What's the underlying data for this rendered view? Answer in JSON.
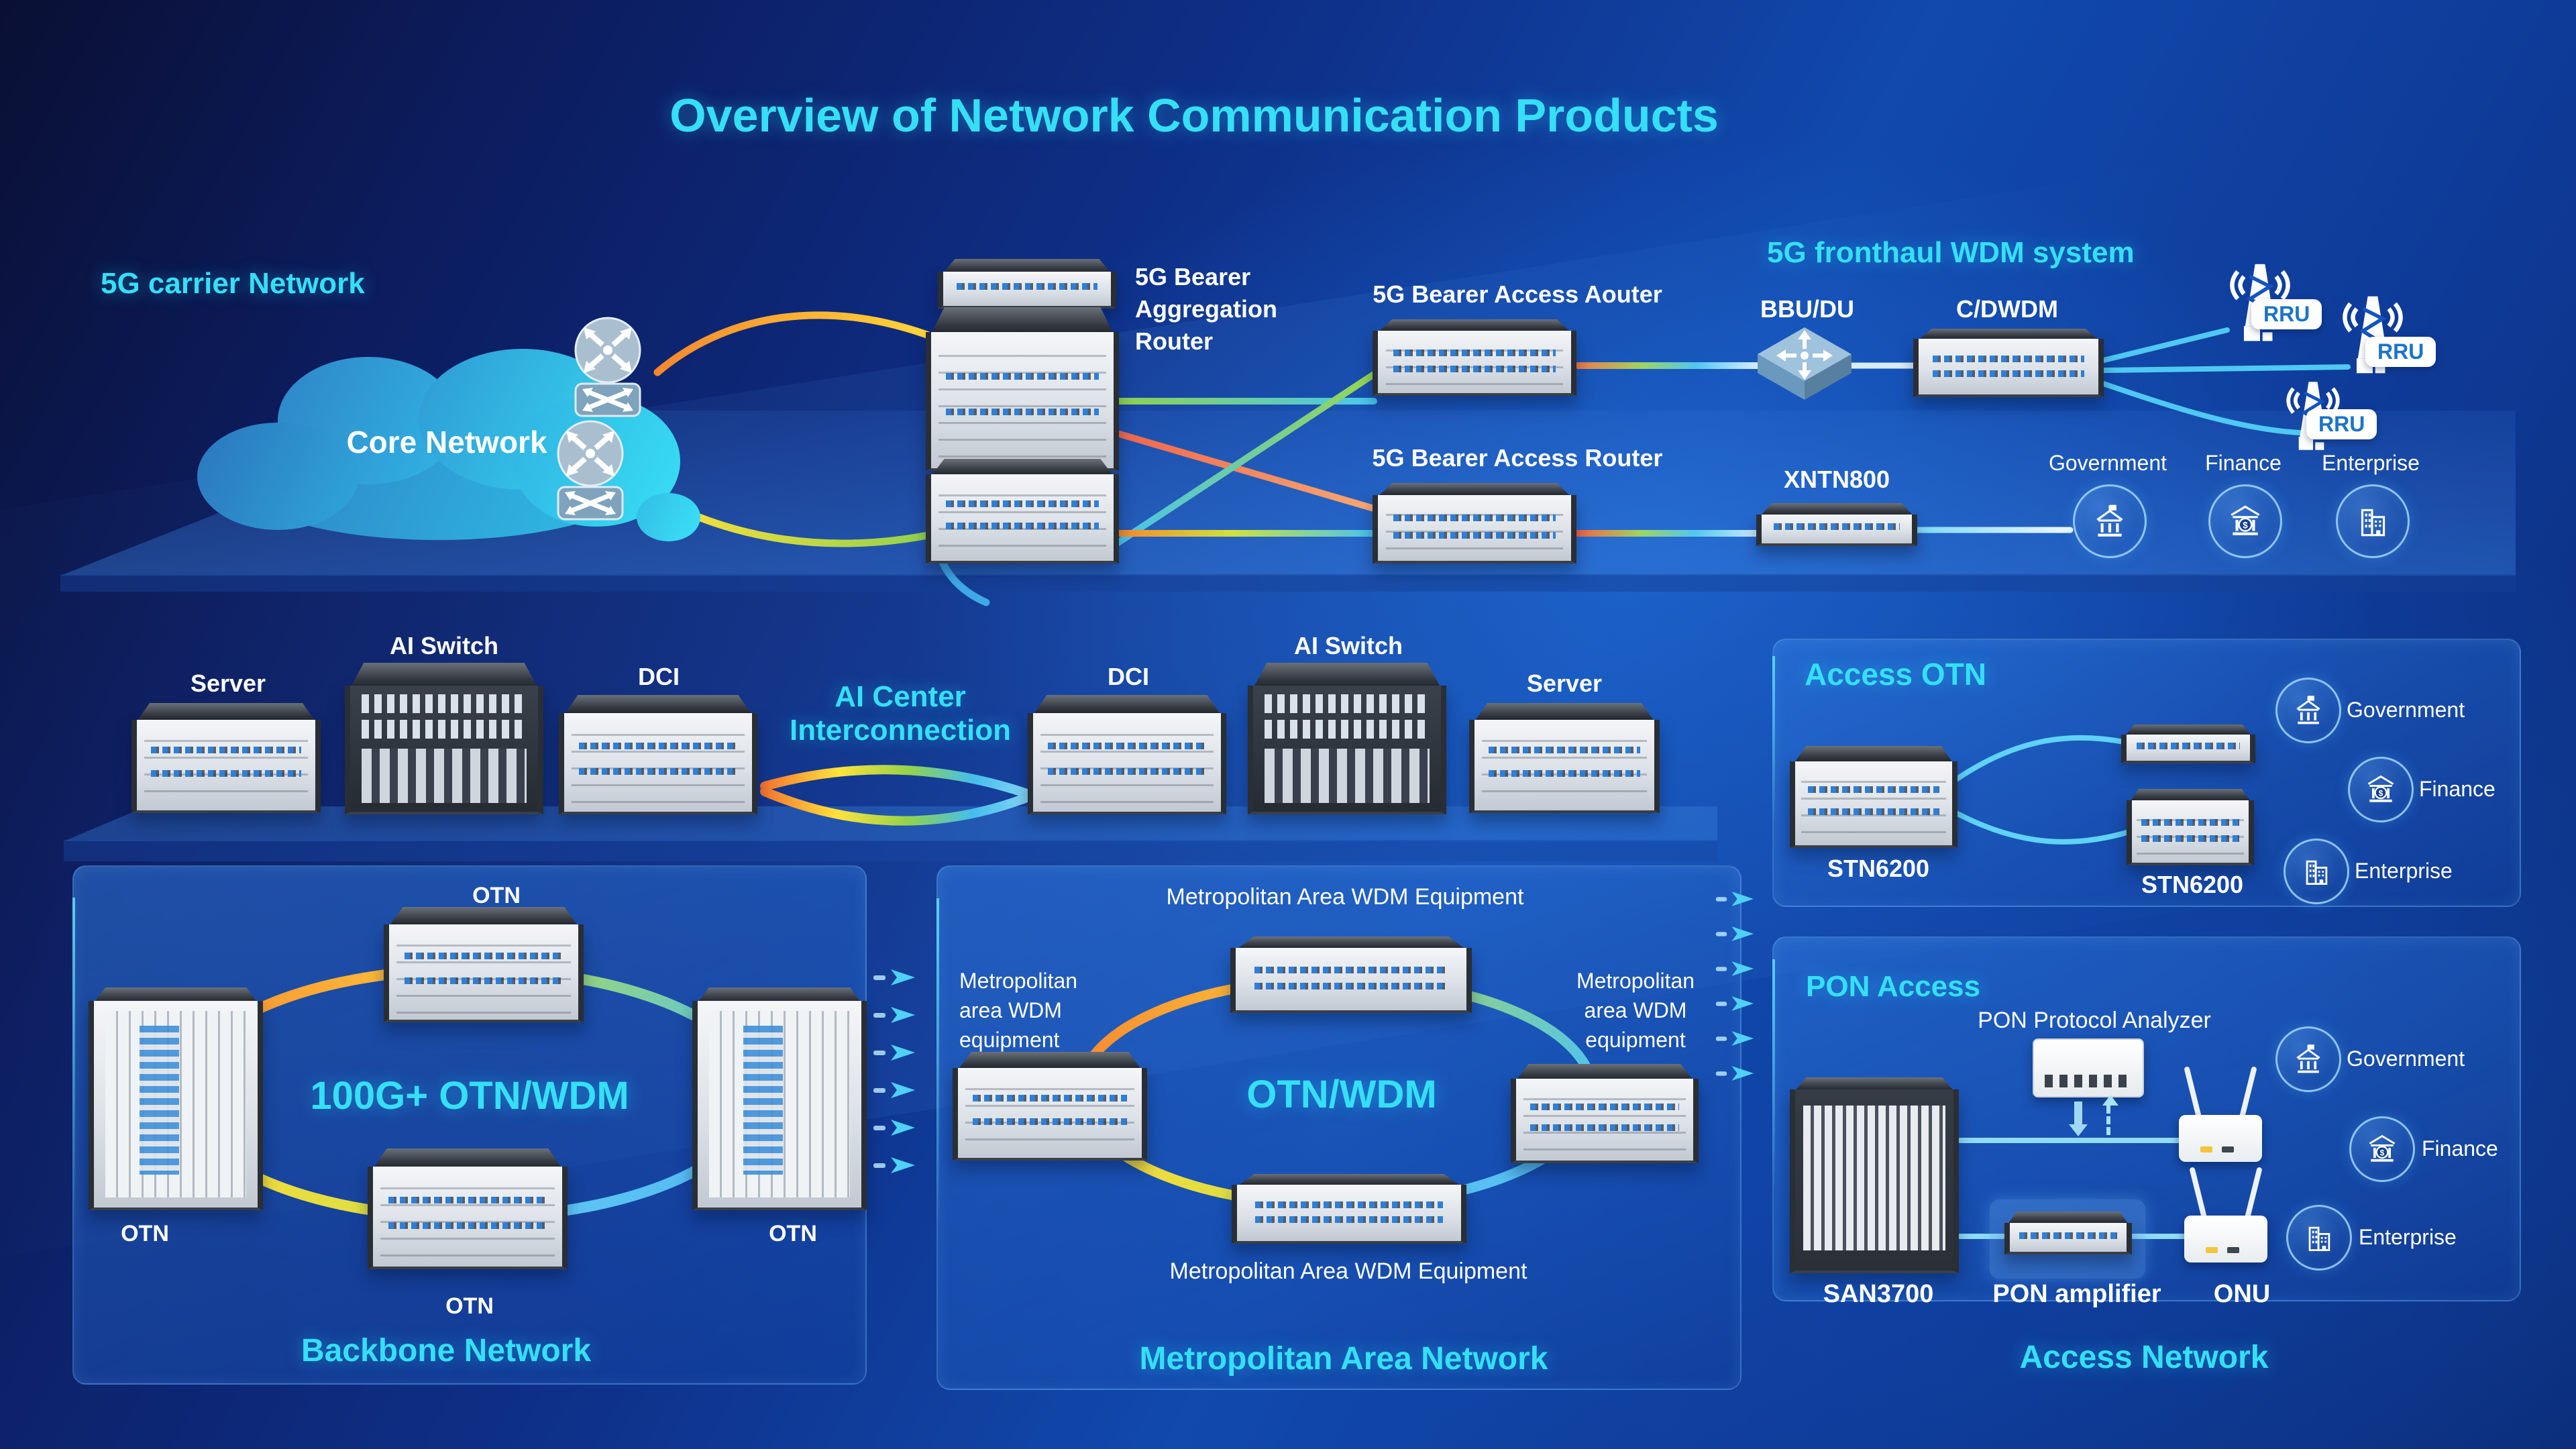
{
  "title": "Overview of Network Communication Products",
  "colors": {
    "accent_cyan": "#35dff6",
    "white": "#ffffff",
    "ring_orange": "#f68730",
    "ring_yellow": "#ffd83a",
    "ring_green": "#8fd14f",
    "ring_blue": "#4fb5f0",
    "rru_text_blue": "#1b74c8"
  },
  "top": {
    "carrier_title": "5G carrier Network",
    "core_cloud_label": "Core Network",
    "agg_router_lines": [
      "5G Bearer",
      "Aggregation",
      "Router"
    ],
    "access_router_top_label": "5G Bearer Access Aouter",
    "access_router_bottom_label": "5G Bearer Access Router",
    "fronthaul_title": "5G fronthaul  WDM system",
    "bbu_label": "BBU/DU",
    "cdwdm_label": "C/DWDM",
    "xntn_label": "XNTN800",
    "rru_labels": [
      "RRU",
      "RRU",
      "RRU"
    ],
    "sector_labels": [
      "Government",
      "Finance",
      "Enterprise"
    ]
  },
  "middle": {
    "server_left_label": "Server",
    "ai_switch_left_label": "AI Switch",
    "dci_left_label": "DCI",
    "center_lines": [
      "AI Center",
      "Interconnection"
    ],
    "dci_right_label": "DCI",
    "ai_switch_right_label": "AI Switch",
    "server_right_label": "Server"
  },
  "access_otn": {
    "title": "Access OTN",
    "stn_left_label": "STN6200",
    "stn_bottom_label": "STN6200",
    "sectors": [
      "Government",
      "Finance",
      "Enterprise"
    ]
  },
  "backbone": {
    "center_label": "100G+ OTN/WDM",
    "otn_top": "OTN",
    "otn_left": "OTN",
    "otn_right": "OTN",
    "otn_bottom": "OTN",
    "caption": "Backbone Network"
  },
  "metro": {
    "eq_top": "Metropolitan Area WDM Equipment",
    "eq_left_lines": [
      "Metropolitan",
      "area WDM",
      "equipment"
    ],
    "eq_right_lines": [
      "Metropolitan",
      "area WDM",
      "equipment"
    ],
    "center_label": "OTN/WDM",
    "eq_bottom": "Metropolitan Area WDM Equipment",
    "caption": "Metropolitan Area Network"
  },
  "pon": {
    "title": "PON Access",
    "analyzer_label": "PON Protocol Analyzer",
    "san_label": "SAN3700",
    "amplifier_label": "PON amplifier",
    "onu_label": "ONU",
    "sectors": [
      "Government",
      "Finance",
      "Enterprise"
    ],
    "caption": "Access Network"
  }
}
